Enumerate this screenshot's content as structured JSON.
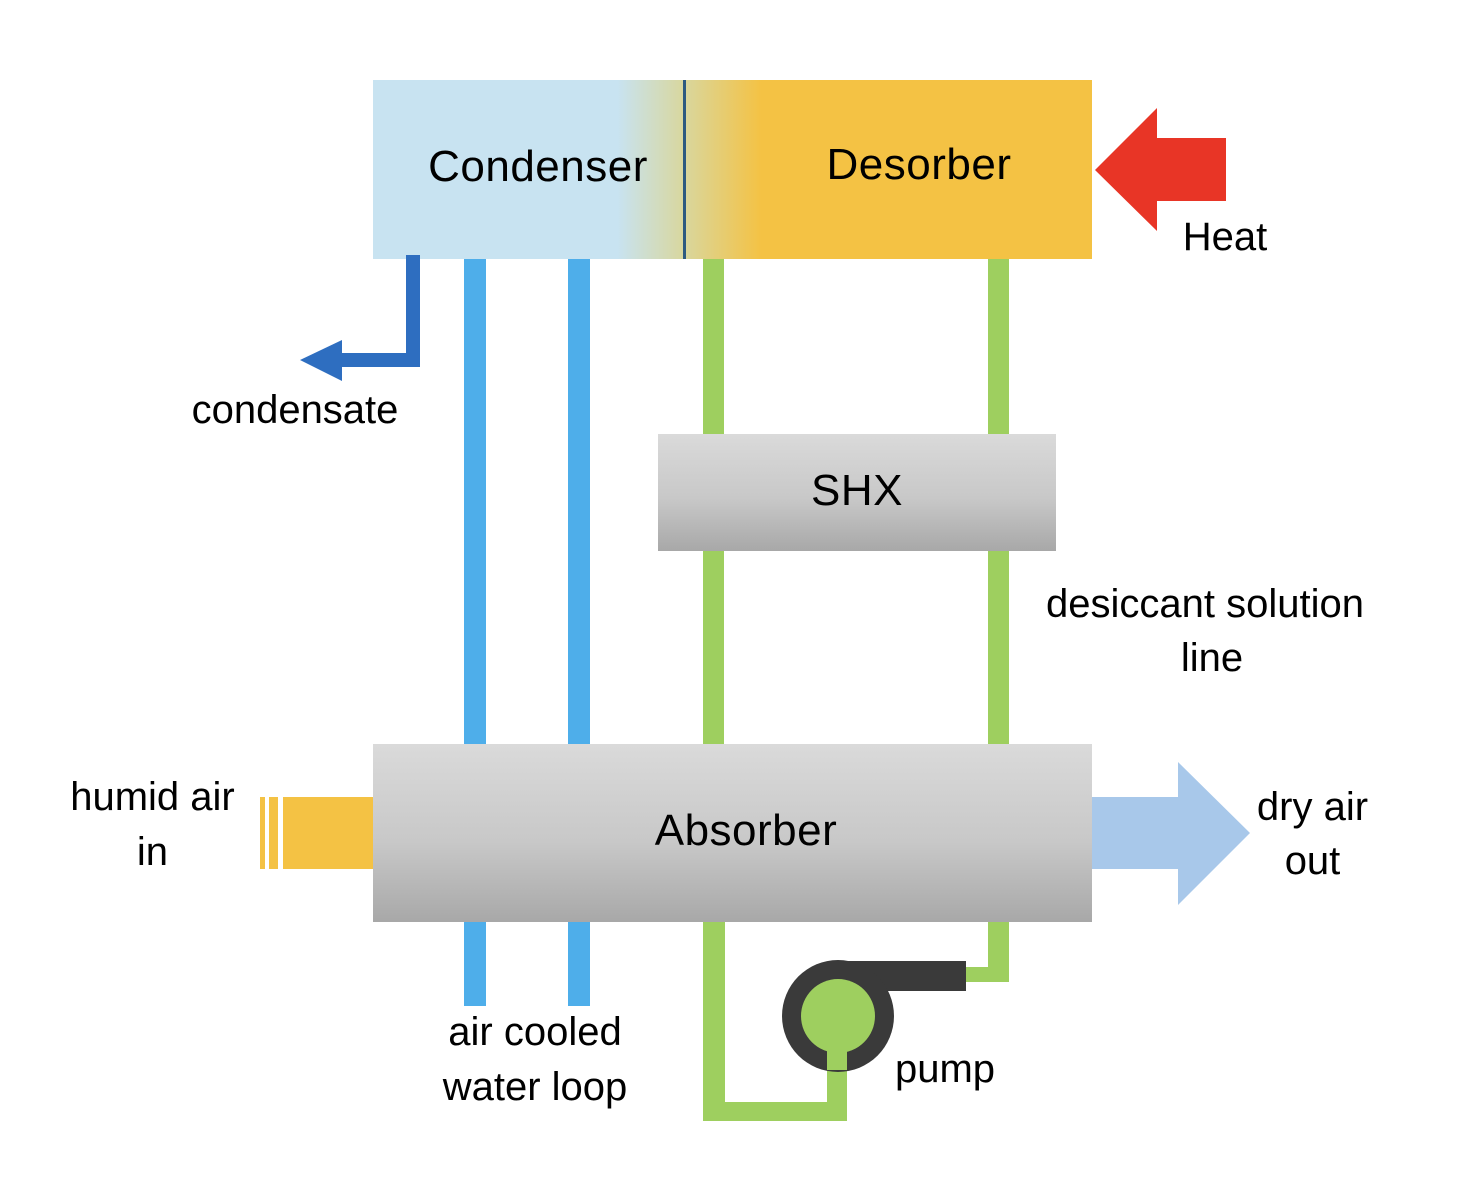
{
  "diagram": {
    "components": {
      "condenser": "Condenser",
      "desorber": "Desorber",
      "shx": "SHX",
      "absorber": "Absorber"
    },
    "labels": {
      "heat": "Heat",
      "condensate": "condensate",
      "desiccant_line_1": "desiccant solution",
      "desiccant_line_2": "line",
      "humid_air_1": "humid air",
      "humid_air_2": "in",
      "dry_air_1": "dry air",
      "dry_air_2": "out",
      "water_loop_1": "air cooled",
      "water_loop_2": "water loop",
      "pump": "pump"
    },
    "colors": {
      "condenser": "#c8e3f1",
      "desorber": "#f4c244",
      "heat_arrow": "#e83526",
      "condensate_pipe": "#2e6ec0",
      "water_pipe": "#4eaeea",
      "desiccant_pipe": "#9ecf5f",
      "humid_air": "#f4c244",
      "dry_air": "#a8c8ea",
      "pump_housing": "#3a3a3a",
      "box_gray_top": "#d9d9d9",
      "box_gray_bottom": "#a9a9a9"
    }
  }
}
